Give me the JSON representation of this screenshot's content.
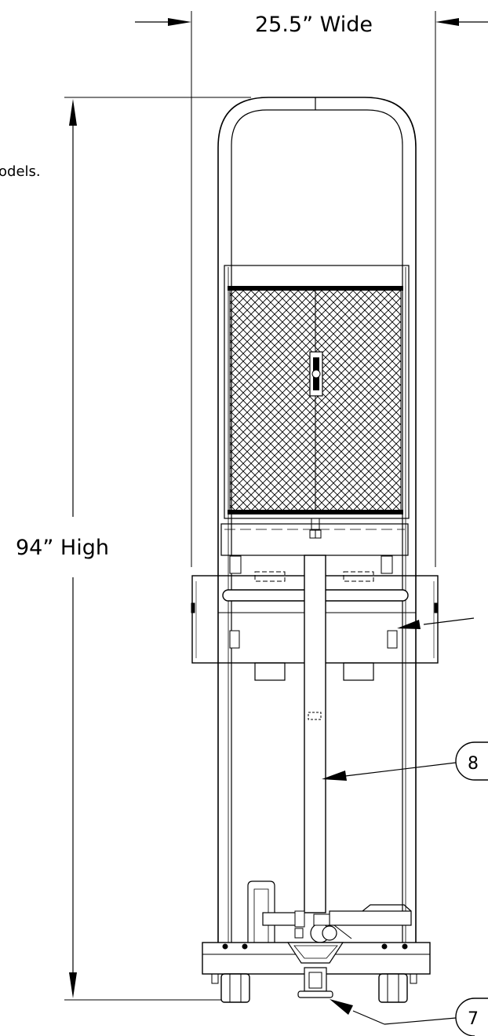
{
  "dimensions": {
    "width_label": "25.5” Wide",
    "height_label": "94” High"
  },
  "notes": {
    "truncated_note": "odels."
  },
  "callouts": {
    "item_8": "8",
    "item_7": "7",
    "item_top": ""
  },
  "colors": {
    "ink": "#000000",
    "background": "#ffffff"
  }
}
